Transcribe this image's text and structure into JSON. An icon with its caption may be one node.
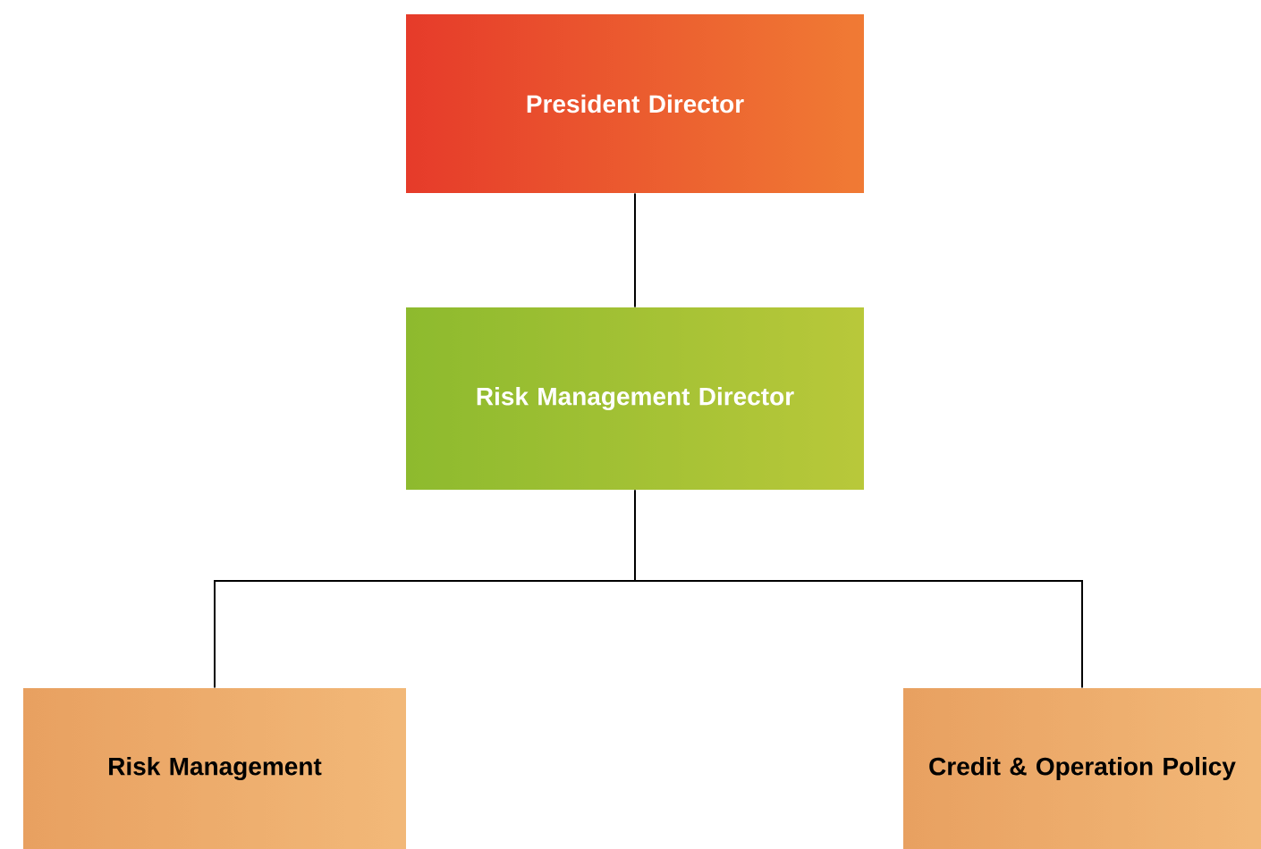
{
  "diagram": {
    "nodes": [
      {
        "text": [
          "President Director"
        ]
      },
      {
        "text": [
          "Risk Management Director"
        ]
      },
      {
        "text": [
          "Risk Management"
        ]
      },
      {
        "text": [
          "Credit & Operation Policy"
        ]
      }
    ],
    "edges": [
      {
        "from": 0,
        "to": 1,
        "arrow": "none"
      },
      {
        "from": 1,
        "to": 2,
        "arrow": "none"
      },
      {
        "from": 1,
        "to": 3,
        "arrow": "none"
      }
    ]
  }
}
